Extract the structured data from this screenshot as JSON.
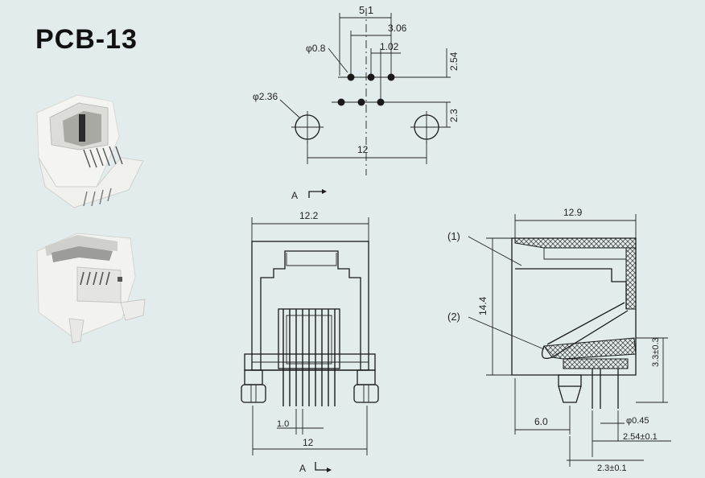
{
  "title": "PCB-13",
  "top_view": {
    "dim_5_1": "5.1",
    "dim_3_06": "3.06",
    "dim_phi_0_8": "φ0.8",
    "dim_1_02": "1.02",
    "dim_2_54": "2.54",
    "dim_phi_2_36": "φ2.36",
    "dim_2_3": "2.3",
    "dim_12": "12"
  },
  "front_view": {
    "section_a_top": "A",
    "dim_12_2": "12.2",
    "dim_1_0": "1.0",
    "dim_12": "12",
    "section_a_bottom": "A"
  },
  "side_view": {
    "callout_1": "(1)",
    "callout_2": "(2)",
    "dim_12_9": "12.9",
    "dim_14_4": "14.4",
    "dim_3_3": "3.3±0.3",
    "dim_6_0": "6.0",
    "dim_phi_0_45": "φ0.45",
    "dim_2_54_tol": "2.54±0.1",
    "dim_2_3_tol": "2.3±0.1"
  }
}
